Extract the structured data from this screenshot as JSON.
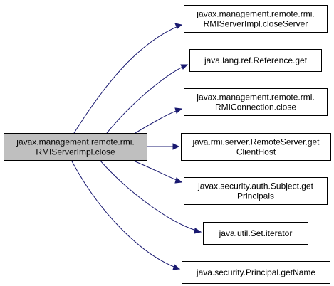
{
  "colors": {
    "source_fill": "#bfbfbf",
    "target_fill": "#ffffff",
    "border": "#000000",
    "edge": "#191970"
  },
  "source": {
    "id": "source",
    "lines": [
      "javax.management.remote.rmi.",
      "RMIServerImpl.close"
    ]
  },
  "targets": [
    {
      "id": "t1",
      "lines": [
        "javax.management.remote.rmi.",
        "RMIServerImpl.closeServer"
      ]
    },
    {
      "id": "t2",
      "lines": [
        "java.lang.ref.Reference.get"
      ]
    },
    {
      "id": "t3",
      "lines": [
        "javax.management.remote.rmi.",
        "RMIConnection.close"
      ]
    },
    {
      "id": "t4",
      "lines": [
        "java.rmi.server.RemoteServer.get",
        "ClientHost"
      ]
    },
    {
      "id": "t5",
      "lines": [
        "javax.security.auth.Subject.get",
        "Principals"
      ]
    },
    {
      "id": "t6",
      "lines": [
        "java.util.Set.iterator"
      ]
    },
    {
      "id": "t7",
      "lines": [
        "java.security.Principal.getName"
      ]
    }
  ]
}
